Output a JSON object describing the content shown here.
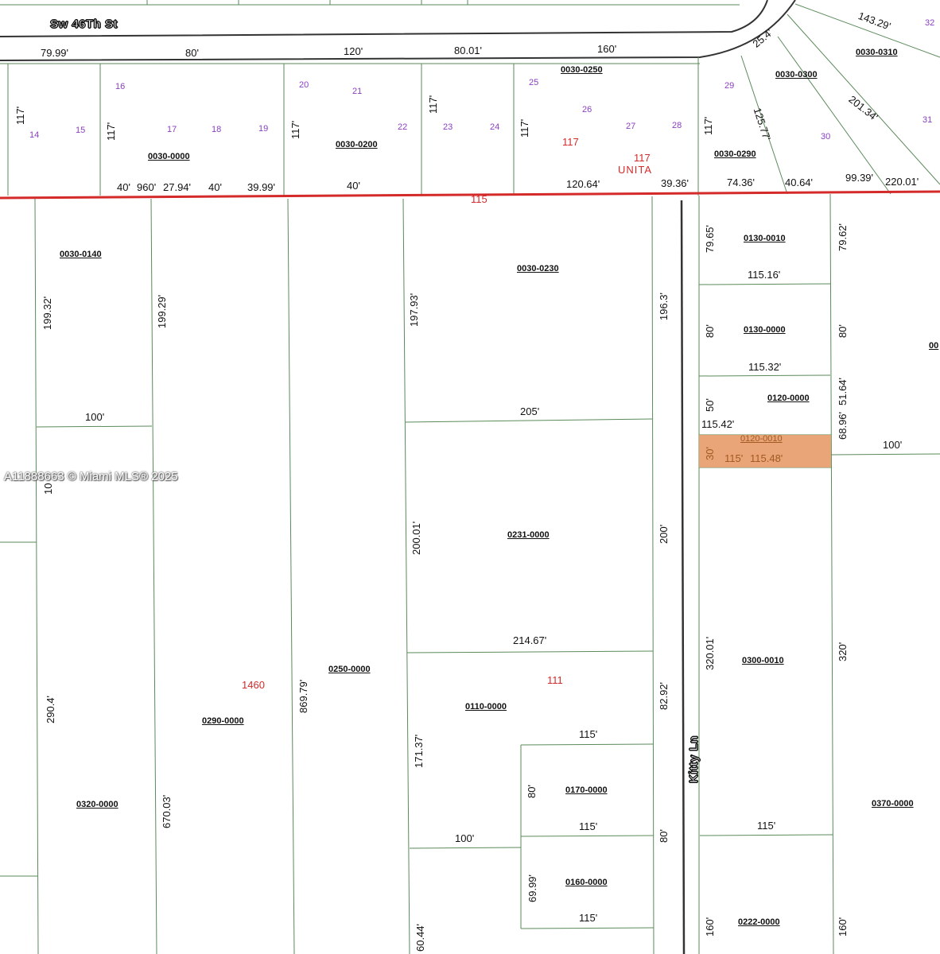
{
  "map": {
    "watermark": "A11888663 © Miami MLS® 2025",
    "highlight_color": "#e8a070",
    "boundary_color": "#d42a2a",
    "parcel_line_color": "#5a8a5a",
    "street_line_color": "#333333"
  },
  "streets": {
    "sw46": "Sw 46Th St",
    "kitty": "Kitty Ln"
  },
  "north_dims": {
    "d79_99": "79.99'",
    "d80a": "80'",
    "d120": "120'",
    "d80_01": "80.01'",
    "d160": "160'",
    "d25_4": "25.4'",
    "d143_29": "143.29'",
    "d201_34": "201.34'",
    "d125_77": "125.77'",
    "v117a": "117'",
    "v117b": "117'",
    "v117c": "117'",
    "v117d": "117'",
    "v117e": "117'",
    "v117f": "117'",
    "b40a": "40'",
    "b960": "960'",
    "b27_94": "27.94'",
    "b40b": "40'",
    "b39_99": "39.99'",
    "b40c": "40'",
    "b120_64": "120.64'",
    "b39_36": "39.36'",
    "b74_36": "74.36'",
    "b40_64": "40.64'",
    "b99_39": "99.39'",
    "b220_01": "220.01'"
  },
  "lots": [
    "14",
    "15",
    "16",
    "17",
    "18",
    "19",
    "20",
    "21",
    "22",
    "23",
    "24",
    "25",
    "26",
    "27",
    "28",
    "29",
    "30",
    "31",
    "32"
  ],
  "north_folios": {
    "f0000": "0030-0000",
    "f0200": "0030-0200",
    "f0250": "0030-0250",
    "f0290": "0030-0290",
    "f0300": "0030-0300",
    "f0310": "0030-0310"
  },
  "red_labels": {
    "r117a": "117",
    "r117b": "117",
    "unita": "UNITA",
    "r115": "115",
    "r1460": "1460",
    "r111": "111"
  },
  "south_folios": {
    "f0140": "0030-0140",
    "f0230": "0030-0230",
    "f0130_0010": "0130-0010",
    "f0130_0000": "0130-0000",
    "f0120_0000": "0120-0000",
    "f0120_0010": "0120-0010",
    "f0231": "0231-0000",
    "f0250": "0250-0000",
    "f0290": "0290-0000",
    "f0110": "0110-0000",
    "f0300_0010": "0300-0010",
    "f0320": "0320-0000",
    "f0170": "0170-0000",
    "f0370": "0370-0000",
    "f0160": "0160-0000",
    "f0222": "0222-0000",
    "f00": "00"
  },
  "south_dims": {
    "d199_32": "199.32'",
    "d199_29": "199.29'",
    "d197_93": "197.93'",
    "d196_3": "196.3'",
    "d79_65": "79.65'",
    "d115_16": "115.16'",
    "d79_62": "79.62'",
    "d80a": "80'",
    "d115_32": "115.32'",
    "d80b": "80'",
    "d50": "50'",
    "d115_42": "115.42'",
    "d68_96": "68.96'",
    "d51_64": "51.64'",
    "d100a": "100'",
    "d205": "205'",
    "d100b": "100'",
    "d30": "30'",
    "d115a": "115'",
    "d115_48": "115.48'",
    "d10": "10",
    "d200_01": "200.01'",
    "d200": "200'",
    "d214_67": "214.67'",
    "d320_01": "320.01'",
    "d320": "320'",
    "d869_79": "869.79'",
    "d290_4": "290.4'",
    "d82_92": "82.92'",
    "d171_37": "171.37'",
    "d115b": "115'",
    "d80c": "80'",
    "d670_03": "670.03'",
    "d115c": "115'",
    "d100c": "100'",
    "d115d": "115'",
    "d80d": "80'",
    "d69_99": "69.99'",
    "d115e": "115'",
    "d60_44": "60.44'",
    "d160a": "160'",
    "d160b": "160'"
  }
}
